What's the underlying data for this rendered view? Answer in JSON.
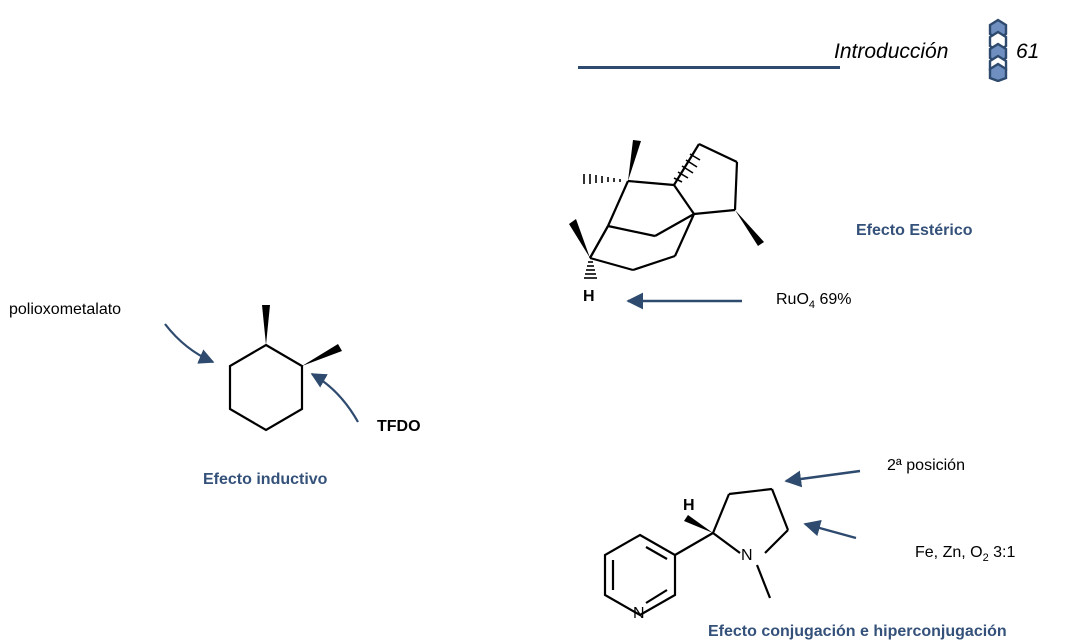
{
  "header": {
    "section_title": "Introducción",
    "page_number": "61",
    "logo_icon": "hexagon-chain-logo",
    "accent_color": "#2e4a6e"
  },
  "figures": {
    "inductive": {
      "caption": "Efecto inductivo",
      "reagent_left": "polioxometalato",
      "reagent_right": "TFDO"
    },
    "steric": {
      "caption": "Efecto Estérico",
      "reagent_prefix": "RuO",
      "reagent_sub": "4",
      "reagent_suffix": " 69%",
      "atom_h": "H"
    },
    "conjugation": {
      "caption": "Efecto conjugación e hiperconjugación",
      "reagent_top": "2ª posición",
      "reagent_bottom_prefix": "Fe, Zn, O",
      "reagent_bottom_sub": "2",
      "reagent_bottom_suffix": " 3:1",
      "atom_h": "H",
      "atom_n_ring": "N",
      "atom_n_pyridine": "N"
    }
  }
}
